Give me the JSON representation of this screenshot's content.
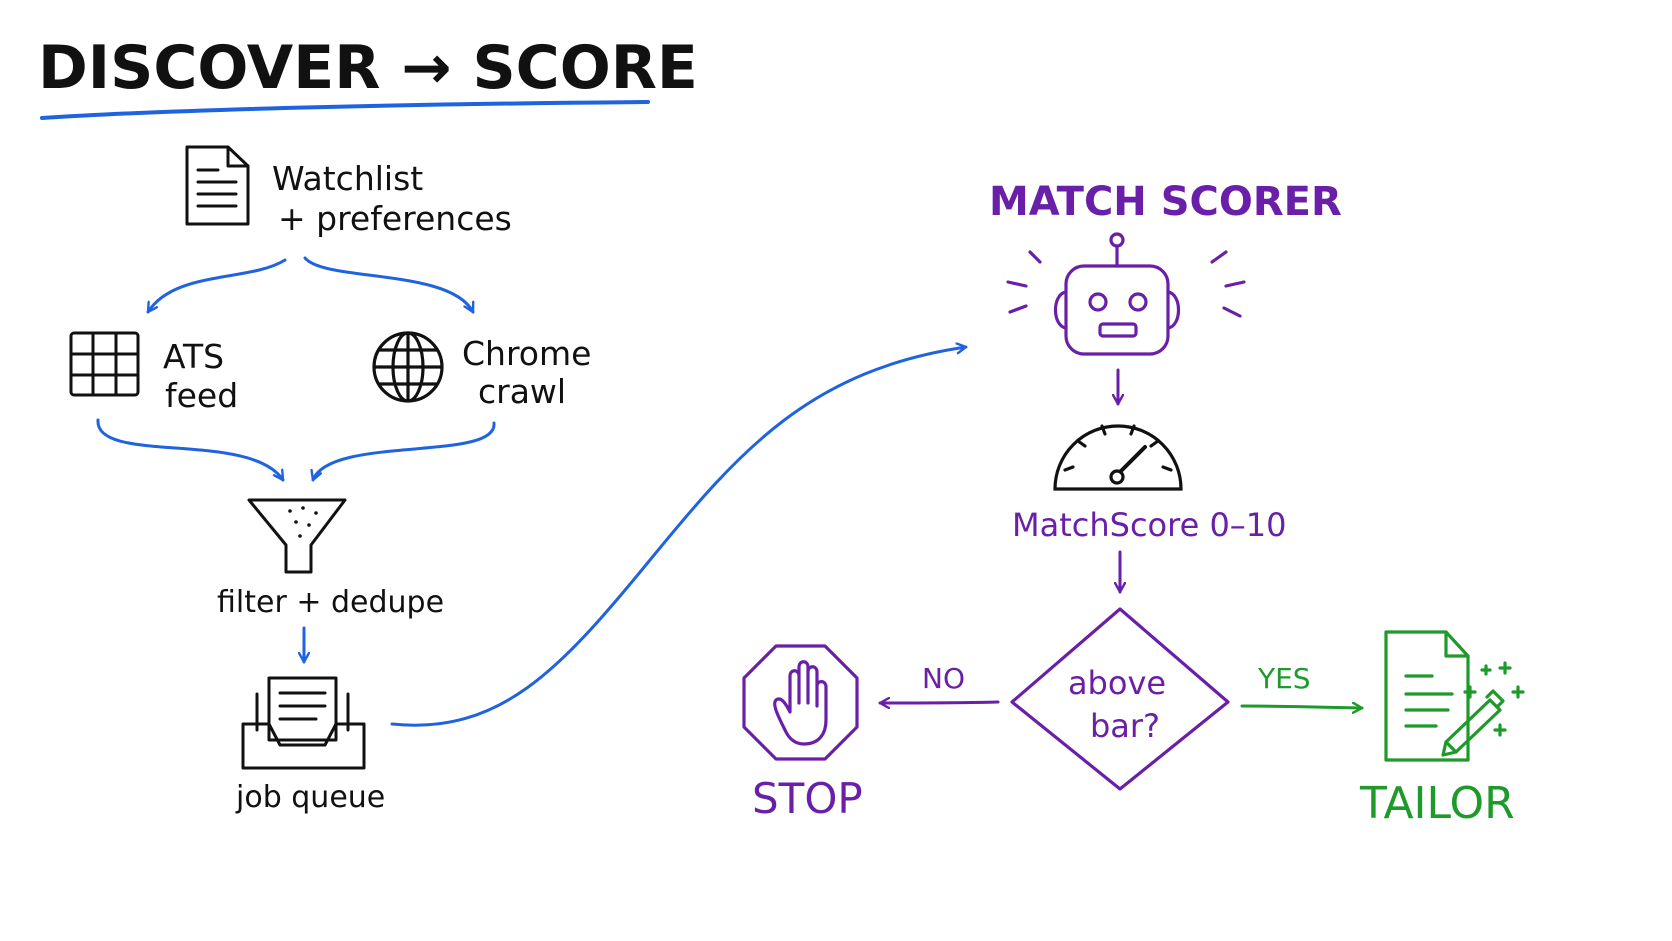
{
  "title": "DISCOVER → SCORE",
  "colors": {
    "ink": "#111111",
    "blue": "#1f63e0",
    "purple": "#6a1fa8",
    "green": "#1e9a2a"
  },
  "nodes": {
    "watchlist": {
      "line1": "Watchlist",
      "line2": "+ preferences",
      "icon": "document-icon"
    },
    "ats": {
      "line1": "ATS",
      "line2": "feed",
      "icon": "grid-icon"
    },
    "chrome": {
      "line1": "Chrome",
      "line2": "crawl",
      "icon": "globe-icon"
    },
    "filter": {
      "label": "filter + dedupe",
      "icon": "funnel-icon"
    },
    "queue": {
      "label": "job queue",
      "icon": "inbox-tray-icon"
    },
    "scorer": {
      "label": "MATCH SCORER",
      "icon": "robot-icon"
    },
    "score": {
      "label": "MatchScore 0–10",
      "icon": "gauge-icon"
    },
    "decision": {
      "line1": "above",
      "line2": "bar?"
    },
    "stop": {
      "label": "STOP",
      "icon": "stop-hand-icon"
    },
    "tailor": {
      "label": "TAILOR",
      "icon": "document-pencil-icon"
    }
  },
  "edges": {
    "no_label": "NO",
    "yes_label": "YES"
  }
}
